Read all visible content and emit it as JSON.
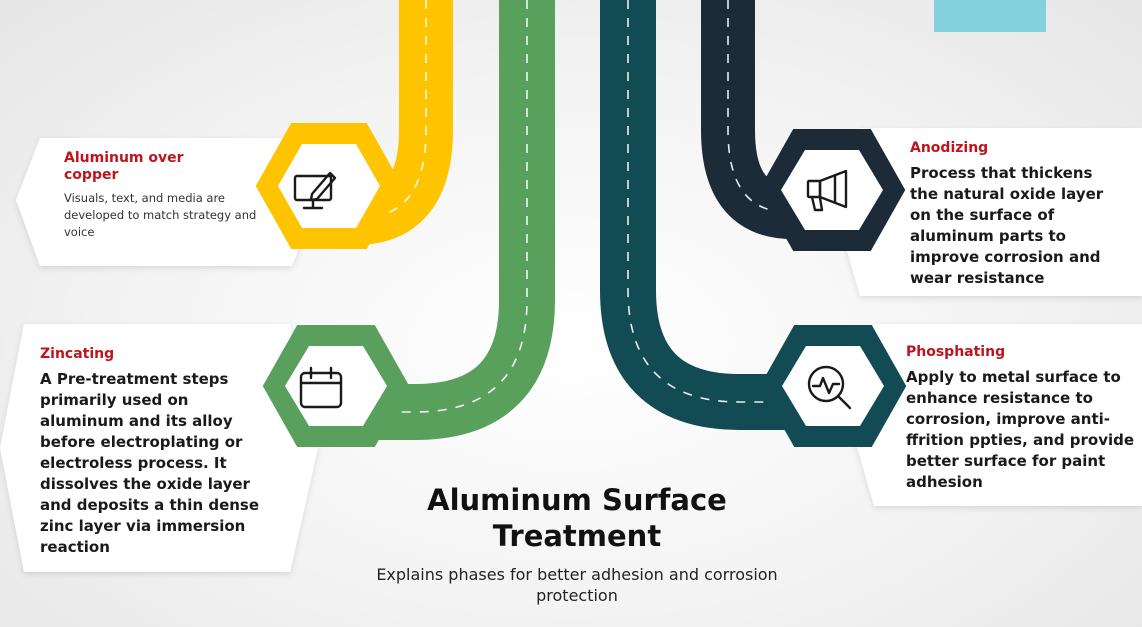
{
  "title": "Aluminum Surface Treatment",
  "subtitle": "Explains phases for better adhesion and corrosion protection",
  "colors": {
    "yellow": "#FFC400",
    "green": "#58A05C",
    "navy": "#1D2A38",
    "teal": "#134B55",
    "heading_red": "#C0141C",
    "note": "#83D0DF"
  },
  "steps": [
    {
      "title": "Aluminum over copper",
      "text": "Visuals, text, and media are developed to match strategy and voice",
      "icon": "monitor-pen-icon",
      "color": "#FFC400"
    },
    {
      "title": "Zincating",
      "text": "A Pre-treatment steps primarily used on aluminum and its alloy before electroplating or electroless process. It dissolves the oxide layer and deposits a thin dense zinc layer via immersion reaction",
      "icon": "calendar-icon",
      "color": "#58A05C"
    },
    {
      "title": "Anodizing",
      "text": "Process that thickens the natural oxide layer on the surface of aluminum parts to improve corrosion and wear resistance",
      "icon": "megaphone-icon",
      "color": "#1D2A38"
    },
    {
      "title": "Phosphating",
      "text": "Apply to metal surface to enhance resistance to corrosion, improve anti-ffrition ppties, and provide better surface for paint adhesion",
      "icon": "search-analytics-icon",
      "color": "#134B55"
    }
  ]
}
